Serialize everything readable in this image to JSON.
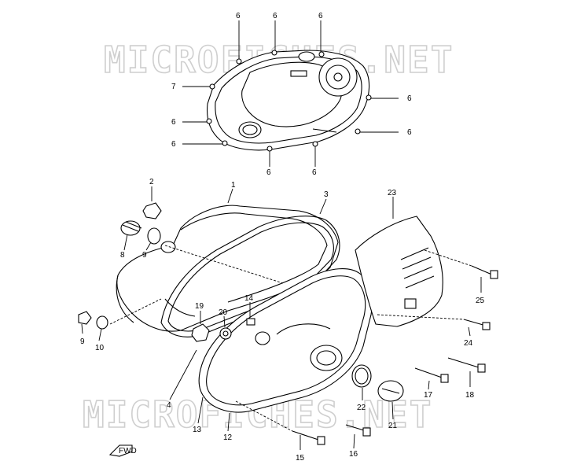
{
  "watermarks": [
    "MICROFICHES.NET",
    "MICROFICHES.NET"
  ],
  "direction_icon": {
    "label": "FWD",
    "icon": "forward-arrow-icon"
  },
  "callouts": [
    {
      "id": "c6a",
      "num": "6"
    },
    {
      "id": "c6b",
      "num": "6"
    },
    {
      "id": "c6c",
      "num": "6"
    },
    {
      "id": "c7",
      "num": "7"
    },
    {
      "id": "c6d",
      "num": "6"
    },
    {
      "id": "c6e",
      "num": "6"
    },
    {
      "id": "c6f",
      "num": "6"
    },
    {
      "id": "c6g",
      "num": "6"
    },
    {
      "id": "c6h",
      "num": "6"
    },
    {
      "id": "c6i",
      "num": "6"
    },
    {
      "id": "c2",
      "num": "2"
    },
    {
      "id": "c1",
      "num": "1"
    },
    {
      "id": "c3",
      "num": "3"
    },
    {
      "id": "c23",
      "num": "23"
    },
    {
      "id": "c8",
      "num": "8"
    },
    {
      "id": "c9a",
      "num": "9"
    },
    {
      "id": "c25",
      "num": "25"
    },
    {
      "id": "c19",
      "num": "19"
    },
    {
      "id": "c14",
      "num": "14"
    },
    {
      "id": "c20",
      "num": "20"
    },
    {
      "id": "c9b",
      "num": "9"
    },
    {
      "id": "c10",
      "num": "10"
    },
    {
      "id": "c24",
      "num": "24"
    },
    {
      "id": "c4",
      "num": "4"
    },
    {
      "id": "c17",
      "num": "17"
    },
    {
      "id": "c18",
      "num": "18"
    },
    {
      "id": "c22",
      "num": "22"
    },
    {
      "id": "c13",
      "num": "13"
    },
    {
      "id": "c12",
      "num": "12"
    },
    {
      "id": "c21",
      "num": "21"
    },
    {
      "id": "c15",
      "num": "15"
    },
    {
      "id": "c16",
      "num": "16"
    }
  ]
}
